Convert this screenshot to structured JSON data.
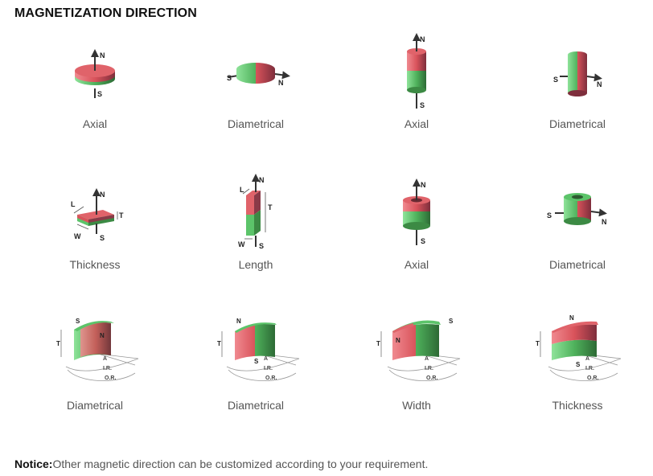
{
  "page_title": "MAGNETIZATION DIRECTION",
  "colors": {
    "red": "#e0636a",
    "green": "#5cc46a",
    "dark_red": "#8a3a48",
    "dark_green": "#3c8a44"
  },
  "items": [
    {
      "caption": "Axial",
      "labels": [
        "N",
        "S"
      ]
    },
    {
      "caption": "Diametrical",
      "labels": [
        "S",
        "N"
      ]
    },
    {
      "caption": "Axial",
      "labels": [
        "N",
        "S"
      ]
    },
    {
      "caption": "Diametrical",
      "labels": [
        "S",
        "N"
      ]
    },
    {
      "caption": "Thickness",
      "labels": [
        "N",
        "S",
        "L",
        "T",
        "W"
      ]
    },
    {
      "caption": "Length",
      "labels": [
        "N",
        "S",
        "L",
        "T",
        "W"
      ]
    },
    {
      "caption": "Axial",
      "labels": [
        "N",
        "S"
      ]
    },
    {
      "caption": "Diametrical",
      "labels": [
        "S",
        "N"
      ]
    },
    {
      "caption": "Diametrical",
      "labels": [
        "S",
        "N",
        "T",
        "A",
        "I.R.",
        "O.R."
      ]
    },
    {
      "caption": "Diametrical",
      "labels": [
        "N",
        "S",
        "T",
        "A",
        "I.R.",
        "O.R."
      ]
    },
    {
      "caption": "Width",
      "labels": [
        "N",
        "S",
        "T",
        "A",
        "I.R.",
        "O.R."
      ]
    },
    {
      "caption": "Thickness",
      "labels": [
        "N",
        "S",
        "T",
        "A",
        "I.R.",
        "O.R."
      ]
    }
  ],
  "notice": {
    "label": "Notice:",
    "text": "Other magnetic direction can be customized according to your requirement."
  }
}
